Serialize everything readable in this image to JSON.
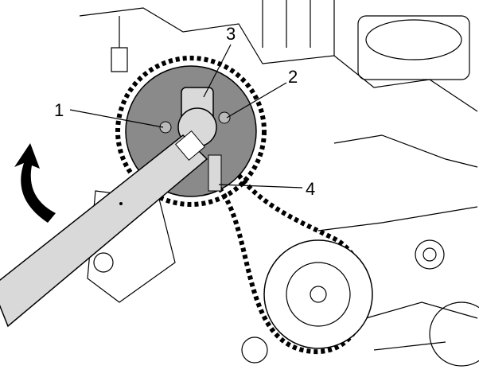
{
  "figure": {
    "callouts": [
      {
        "label": "1",
        "part": "bolt-left"
      },
      {
        "label": "2",
        "part": "bolt-right"
      },
      {
        "label": "3",
        "part": "holding-tool"
      },
      {
        "label": "4",
        "part": "locking-pin"
      }
    ],
    "colors": {
      "line": "#000000",
      "sprocket_fill": "#8a8a8a",
      "tool_fill": "#d9d9d9",
      "background": "#ffffff"
    }
  }
}
